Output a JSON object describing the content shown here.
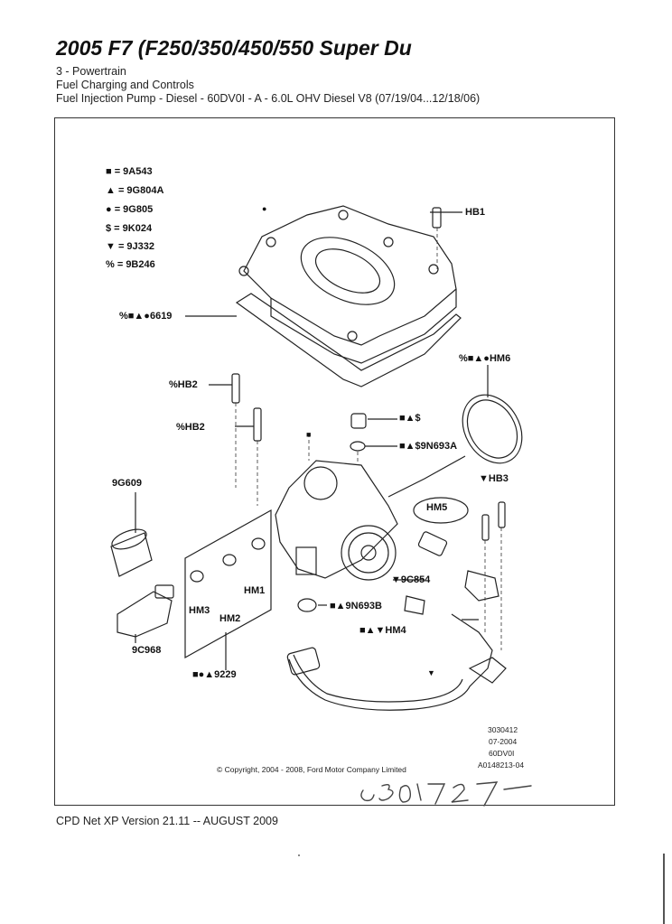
{
  "header": {
    "title": "2005 F7 (F250/350/450/550 Super Du",
    "line1": "3   - Powertrain",
    "line2": "Fuel Charging and Controls",
    "line3": "Fuel Injection Pump - Diesel - 60DV0I - A - 6.0L OHV Diesel V8  (07/19/04...12/18/06)"
  },
  "legend": [
    {
      "text": "■ = 9A543"
    },
    {
      "text": "▲ = 9G804A"
    },
    {
      "text": "● = 9G805"
    },
    {
      "text": "$ = 9K024"
    },
    {
      "text": "▼ = 9J332"
    },
    {
      "text": "% = 9B246"
    }
  ],
  "labels": {
    "hb1": "HB1",
    "gasket_6619": "%■▲●6619",
    "hm6": "%■▲●HM6",
    "hb2_a": "%HB2",
    "hb2_b": "%HB2",
    "plug": "■▲$",
    "seal_a": "■▲$9N693A",
    "hb3": "▼HB3",
    "pump_9g609": "9G609",
    "hm5": "HM5",
    "hm1": "HM1",
    "c854": "▼9C854",
    "seal_b": "■▲9N693B",
    "hm3": "HM3",
    "hm2": "HM2",
    "hm4": "■▲▼HM4",
    "c968": "9C968",
    "kit_9229": "■●▲9229",
    "dot_marker": "●",
    "square_marker": "■",
    "tri_marker": "▼"
  },
  "refs": {
    "r1": "3030412",
    "r2": "07-2004",
    "r3": "60DV0I",
    "r4": "A0148213-04"
  },
  "copyright": "© Copyright, 2004 - 2008, Ford Motor Company Limited",
  "handwritten": "301727",
  "footer": "CPD Net XP Version 21.11 -- AUGUST 2009"
}
